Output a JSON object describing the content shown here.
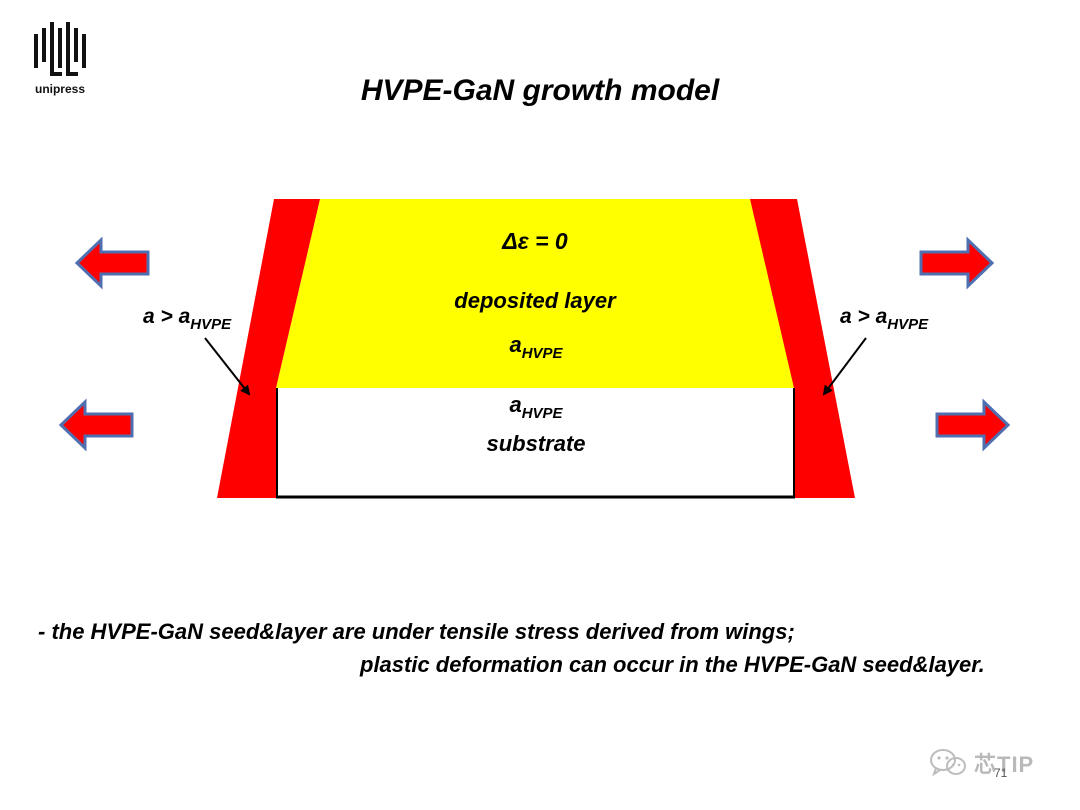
{
  "logo": {
    "text": "unipress"
  },
  "title": "HVPE-GaN growth model",
  "diagram": {
    "delta_eps": "Δε = 0",
    "deposited_layer": "deposited layer",
    "a_hvpe_main": "a",
    "a_hvpe_sub": "HVPE",
    "substrate": "substrate",
    "left_label_main": "a > a",
    "left_label_sub": "HVPE",
    "right_label_main": "a > a",
    "right_label_sub": "HVPE"
  },
  "caption": {
    "line1": "- the HVPE-GaN seed&layer are under tensile stress derived from wings;",
    "line2": "plastic deformation can occur in the HVPE-GaN seed&layer."
  },
  "watermark": {
    "text": "芯TIP",
    "page": "71"
  },
  "colors": {
    "wing": "#ff0000",
    "layer": "#ffff00",
    "arrow_fill": "#ff0000",
    "arrow_stroke": "#4f6fb0"
  }
}
